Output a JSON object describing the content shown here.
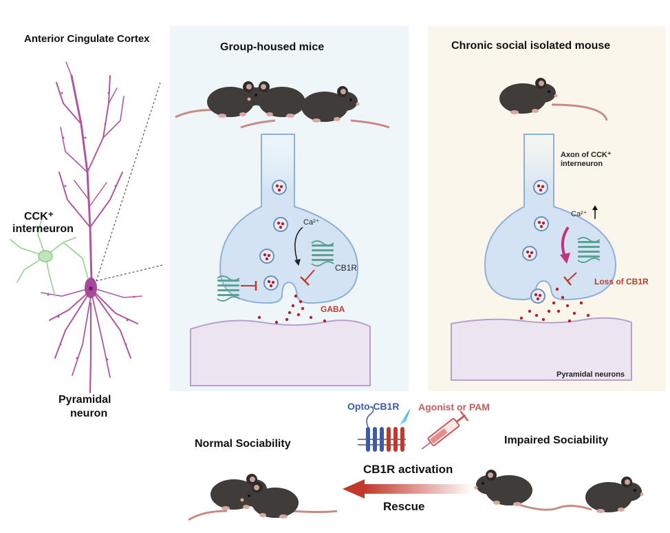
{
  "region_title": "Anterior Cingulate Cortex",
  "left": {
    "interneuron_label_line1": "CCK⁺",
    "interneuron_label_line2": "interneuron",
    "pyramidal_label_line1": "Pyramidal",
    "pyramidal_label_line2": "neuron"
  },
  "group_panel": {
    "title": "Group-housed mice",
    "ca_label": "Ca²⁺",
    "cb1r_label": "CB1R",
    "gaba_label": "GABA"
  },
  "isolated_panel": {
    "title": "Chronic social isolated mouse",
    "axon_label_line1": "Axon of CCK⁺",
    "axon_label_line2": "interneuron",
    "ca_label": "Ca²⁺",
    "loss_label": "Loss of CB1R",
    "pyramidal_label": "Pyramidal neurons"
  },
  "bottom": {
    "opto_label": "Opto-CB1R",
    "agonist_label": "Agonist or PAM",
    "normal_label": "Normal Sociability",
    "impaired_label": "Impaired Sociability",
    "activation_label": "CB1R activation",
    "rescue_label": "Rescue"
  },
  "colors": {
    "group_bg": "#eef6fa",
    "isolated_bg": "#faf6ec",
    "neuron": "#b0559f",
    "interneuron": "#9fd49a",
    "terminal": "#c9ddf0",
    "vesicle_dot": "#b3202f",
    "receptor": "#5aa191",
    "inhibit": "#c0392b",
    "arrow_rescue": "#c0392b",
    "arrow_ca_isolated": "#c2307e",
    "opto": "#3b5ba7",
    "agonist": "#c55c5c"
  }
}
